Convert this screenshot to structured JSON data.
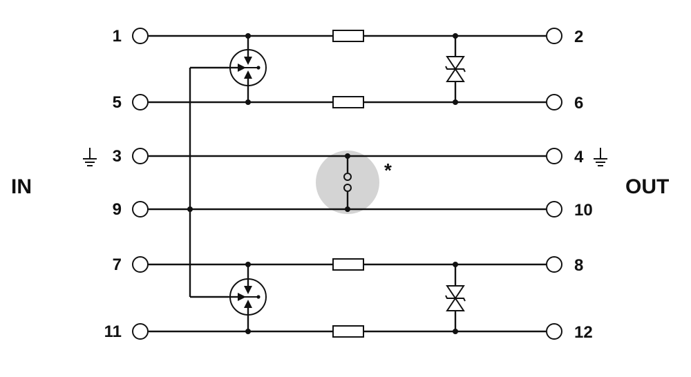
{
  "side_labels": {
    "input": "IN",
    "output": "OUT"
  },
  "input_terminals": [
    "1",
    "5",
    "3",
    "9",
    "7",
    "11"
  ],
  "output_terminals": [
    "2",
    "6",
    "4",
    "10",
    "8",
    "12"
  ],
  "note_marker": "*",
  "highlight_color": "#d4d4d4"
}
